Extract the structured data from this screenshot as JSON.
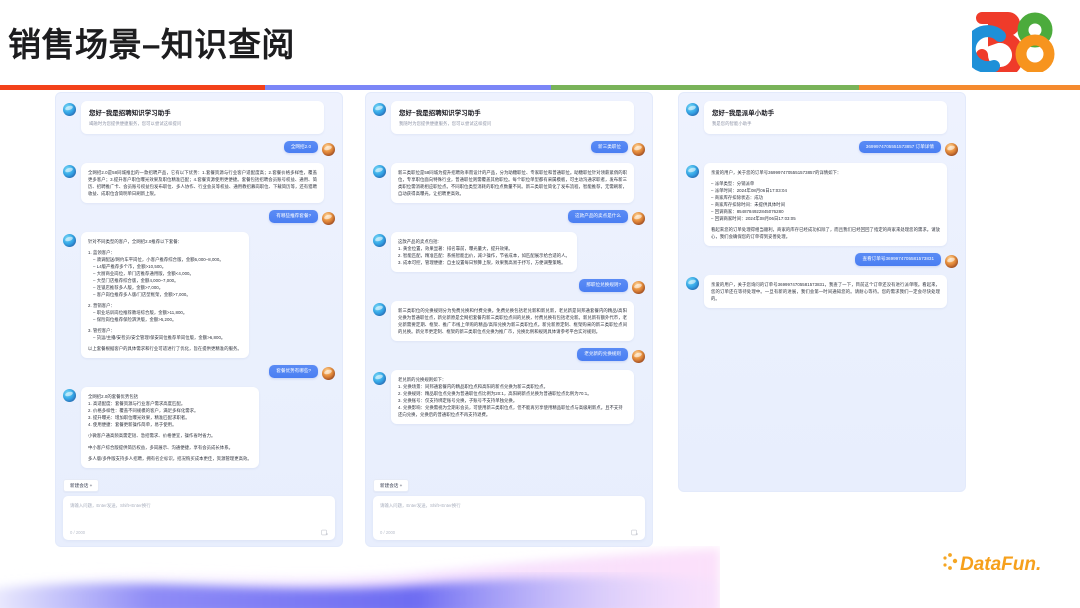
{
  "slide": {
    "title": "销售场景–知识查阅",
    "brand_logo": "58-logo",
    "footer_logo": "datafun-logo",
    "divider_colors": [
      "#f3411a",
      "#7b86f7",
      "#79b359",
      "#f58a2e"
    ]
  },
  "panels": [
    {
      "id": "panel-1",
      "greeting": {
        "title": "您好~我是招聘知识学习助手",
        "subtitle": "竭融时为您提供便捷服务，您可以尝试这样提问"
      },
      "messages": [
        {
          "role": "user",
          "text": "全网招2.0"
        },
        {
          "role": "bot",
          "blocks": [
            {
              "type": "para",
              "text": "全网招2.0是58同城推出的一款招聘产品，它有以下优势：1.套餐资源与行业客户适配度高；2.套餐价格多样性，覆盖更多客户；3.提升客户职位曝光效果及职位精准匹配；4.套餐资源使用更便捷。套餐包括招聘会员账号权益、通用、简历、招聘推广卡、会员账号权益包发布职位、多人协作、行业会员等权益、通用教招募岗职位、下载简历等，还有猎聘收益、成职位含简明单日刷新上限。"
            }
          ]
        },
        {
          "role": "user",
          "text": "有哪些推荐套餐?"
        },
        {
          "role": "bot",
          "blocks": [
            {
              "type": "para",
              "text": "针对不同类型的客户，全网招2.0推荐以下套餐："
            },
            {
              "type": "spacer"
            },
            {
              "type": "li",
              "text": "1. 蓝领客户："
            },
            {
              "type": "li-ind",
              "text": "– 骑调配送/网约车平岗位，小客户推荐综合版，金额6,000–8,000。"
            },
            {
              "type": "li-ind",
              "text": "– L4版产推荐多个市，金额>10,500。"
            },
            {
              "type": "li-ind",
              "text": "– 大厨商业岗位，单门店推荐通用版，金额<4,000。"
            },
            {
              "type": "li-ind",
              "text": "– 大型门店推荐综合版，金额4,000–7,000。"
            },
            {
              "type": "li-ind",
              "text": "– 连锁店推荐多人版，金额>7,000。"
            },
            {
              "type": "li-ind",
              "text": "– 客户岗位推荐多人版/门店型框架，金额>7,000。"
            },
            {
              "type": "spacer"
            },
            {
              "type": "li",
              "text": "2. 营销客户："
            },
            {
              "type": "li-ind",
              "text": "– 职业培训岗位推荐教培综合版，金额>11,800。"
            },
            {
              "type": "li-ind",
              "text": "– 保险岗位推荐保险泗洪版，金额>5,200。"
            },
            {
              "type": "spacer"
            },
            {
              "type": "li",
              "text": "3. 管控客户："
            },
            {
              "type": "li-ind",
              "text": "– 货运/主播/安检员/安全管理/保安岗位推荐单岗位版，金额>6,800。"
            },
            {
              "type": "spacer"
            },
            {
              "type": "para",
              "text": "以上套餐根据客户的具体需求和行业可适进行了优化，旨在提供更精准的服务。"
            }
          ]
        },
        {
          "role": "user",
          "text": "套餐优势有哪些?"
        },
        {
          "role": "bot",
          "blocks": [
            {
              "type": "li",
              "text": "全网招2.0的套餐优势包括"
            },
            {
              "type": "li",
              "text": "1. 高适配度：套餐资源与行业客户需求高度匹配。"
            },
            {
              "type": "li",
              "text": "2. 价格多样性：覆盖不同规模的客户，满足多样化需求。"
            },
            {
              "type": "li",
              "text": "3. 提升曝光：增加职位曝光效果，精准匹配求职者。"
            },
            {
              "type": "li",
              "text": "4. 使用便捷：套餐更新操作简单，易于使用。"
            },
            {
              "type": "spacer"
            },
            {
              "type": "para",
              "text": "小微客户通高频高需定短、急招需求、价格便宜，操作省时省力。"
            },
            {
              "type": "para",
              "text": "中小客户综合版提供简历权益，多岗展示、沟通便捷，享有会员成长体系。"
            },
            {
              "type": "para",
              "text": "多人版/多件版支持多人招聘，拥有名企标识，招况购买成本更佳，资源管理更高效。"
            }
          ]
        }
      ],
      "composer": {
        "new_chat": "新建会话 +",
        "placeholder": "请输入问题，Enter发送，Shift+Enter换行",
        "counter": "0 / 2000",
        "send_icon": "send-icon"
      }
    },
    {
      "id": "panel-2",
      "greeting": {
        "title": "您好~我是招聘知识学习助手",
        "subtitle": "我随时为您提供便捷服务，您可以尝试这样提问"
      },
      "messages": [
        {
          "role": "user",
          "text": "新三类职位"
        },
        {
          "role": "bot",
          "blocks": [
            {
              "type": "para",
              "text": "新三类职位是58同城为提升招聘效率而设计的产品，分为助糖职位、专家职位和普通职位。助糖职位针对领薪紧俏的职位，专享职位面向特殊行业，普通职位则需覆盖其他职位。每个职位单型都有采属模板，可主动沟通求职者，发布新三类职位需消耗相应职位点。不同职位类型消耗的职位点数量不同。新三类职位简化了发布流程，智能推荐，无需刷新，自动获得高曝光，让招聘更高效。"
            }
          ]
        },
        {
          "role": "user",
          "text": "这款产品的卖点是什么"
        },
        {
          "role": "bot",
          "blocks": [
            {
              "type": "li",
              "text": "这款产品的卖点包括:"
            },
            {
              "type": "li",
              "text": "1. 黄金位置，效果显著：排名靠前，曝光量大，提升效果。"
            },
            {
              "type": "li",
              "text": "2. 智能匹配，精准匹配：系统智能出价，减少操作，节省成本，如匹配展示给合适的人。"
            },
            {
              "type": "li",
              "text": "3. 成本可控，管理便捷：自主设置每日预算上限，效果我高易于抒写，方便调整策略。"
            }
          ]
        },
        {
          "role": "user",
          "text": "那职位兑换规则?"
        },
        {
          "role": "bot",
          "blocks": [
            {
              "type": "para",
              "text": "新三类职位的兑换规则分为免费兑换和付费兑换。免费兑换包括老兑新和新兑新，老兑新是同邦通套餐内的精品/高阳兑换为普通职位点，新兑新原是全网招套餐内新三类职位点间的兑换，付费兑换有包括老兑新。新兑新有额外代币，老兑新需要定期、框架、推广市线上单购的精品/高阳兑换为新三类职位点。新兑新原定制、框架购采的新三类职位点间的兑换。新兑币更定制、框架的新三类职位点兑换为推广市，兑换比例和规则具体请参考平台实对规则。"
            }
          ]
        },
        {
          "role": "user",
          "text": "老兑新的兑换规则"
        },
        {
          "role": "bot",
          "blocks": [
            {
              "type": "li",
              "text": "老兑新的兑换规则如下："
            },
            {
              "type": "li",
              "text": "1. 兑换场景：同邦通套餐内的精品职位点和高阳的新点兑换为新三类职位点。"
            },
            {
              "type": "li",
              "text": "2. 兑换规则：精品职位点兑换为普通职位点比例为20:1，高阳刷新点兑换为普通职位点比例为70:1。"
            },
            {
              "type": "li",
              "text": "3. 兑换账号：仅支持绑定账号兑换，子账号不支持单独兑换。"
            },
            {
              "type": "li",
              "text": "4. 兑换影响：兑换需视为全期彩会员，可使用新三类职位点，但不能再另享使用精品职位点与高级刷新点。且不支持还向兑换，兑换后的普通职位点不再支持退费。"
            }
          ]
        }
      ],
      "composer": {
        "new_chat": "新建会话 +",
        "placeholder": "请输入问题，Enter发送，Shift+Enter换行",
        "counter": "0 / 2000",
        "send_icon": "send-icon"
      }
    },
    {
      "id": "panel-3",
      "greeting": {
        "title": "您好~我是派单小助手",
        "subtitle": "我是您的智能小助手"
      },
      "messages": [
        {
          "role": "user",
          "text": "3699974705551573857 订单详情"
        },
        {
          "role": "bot",
          "blocks": [
            {
              "type": "para",
              "text": "亲爱的用户，关于您的订单号3699974705551573857的详情如下："
            },
            {
              "type": "spacer"
            },
            {
              "type": "li",
              "text": "– 派单类型：分销派单"
            },
            {
              "type": "li",
              "text": "– 派单时间：2024年08月06日17:03:04"
            },
            {
              "type": "li",
              "text": "– 商家库存扣除状态：成功"
            },
            {
              "type": "li",
              "text": "– 商家库存扣除时间：未提供具体时间"
            },
            {
              "type": "li",
              "text": "– 回调商家：8548784922845076280"
            },
            {
              "type": "li",
              "text": "– 回调商家时间：2024年08月06日17:03:05"
            },
            {
              "type": "spacer"
            },
            {
              "type": "para",
              "text": "看起来您的订单处理得相当顺利，商家的库存已经成功扣除了，而且我们已经回回了指定的商家来处理您的需求。请放心，我们会确保您的订单得到妥善处理。"
            }
          ]
        },
        {
          "role": "user",
          "text": "查看订单号3699974705581573831"
        },
        {
          "role": "bot",
          "blocks": [
            {
              "type": "para",
              "text": "亲爱的用户，关于您询问的订单号3699974705581573831，我查了一下，目前这个订单还没有进行派单哦。看起来，您的订单还在等待处理中。一旦有新的进展，我们会第一时间通知您的。请耐心等待。您的需求我们一定会尽快处理的。"
            }
          ]
        }
      ]
    }
  ]
}
